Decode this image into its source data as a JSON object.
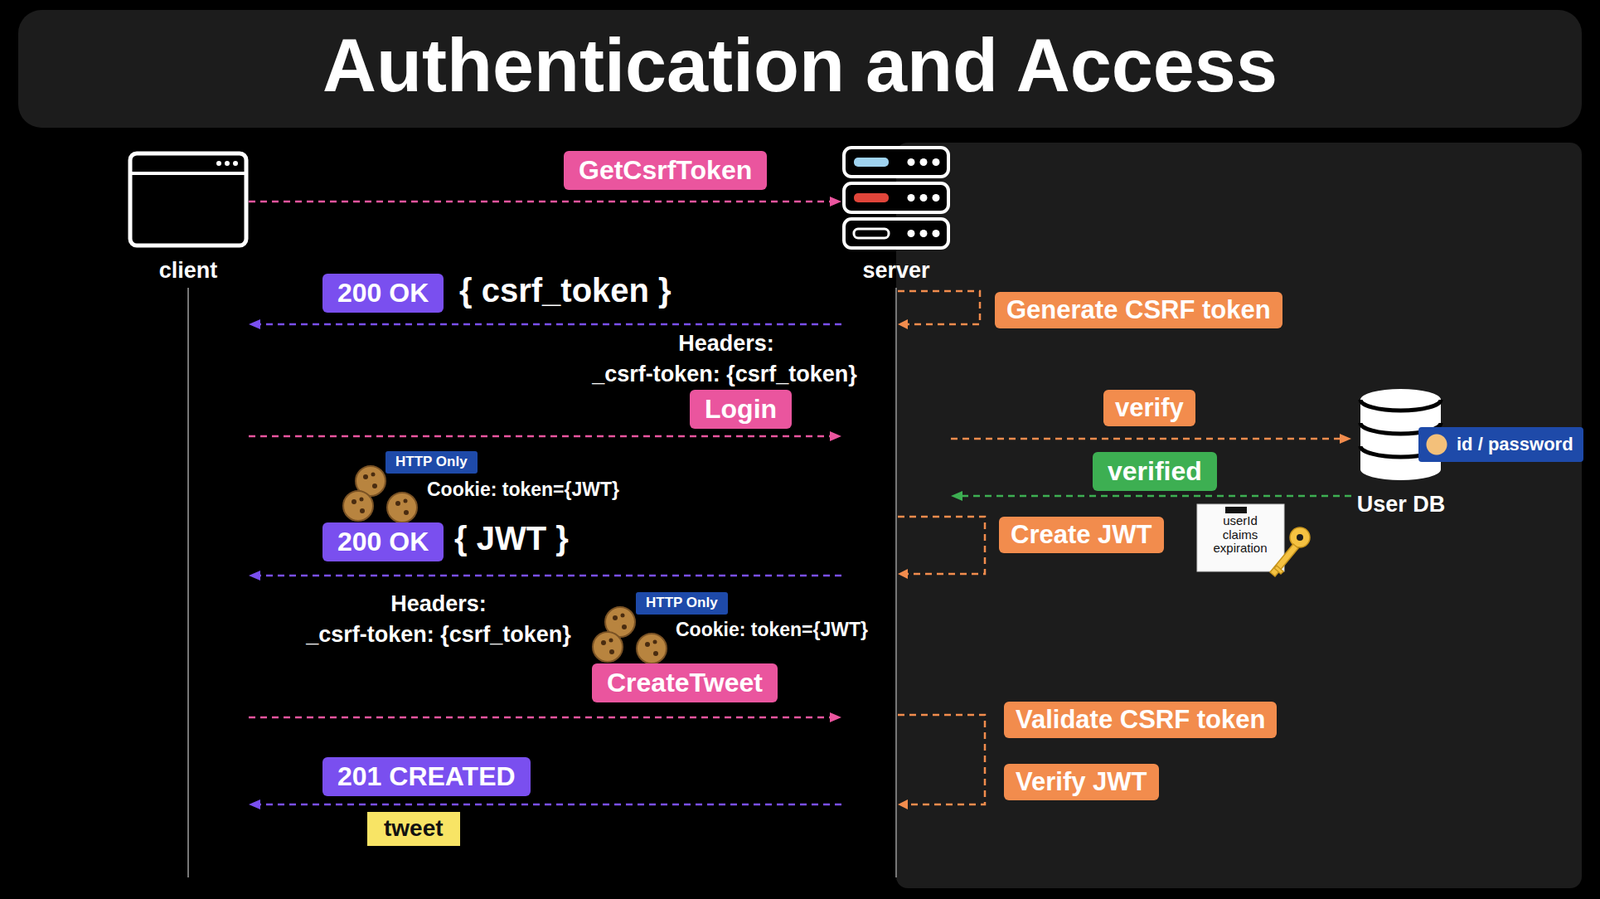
{
  "diagram": {
    "title": "Authentication and Access",
    "nodes": [
      {
        "text": [
          "client"
        ]
      },
      {
        "text": [
          "server"
        ]
      },
      {
        "text": [
          "User DB"
        ]
      }
    ],
    "edges": [
      {
        "from": 0,
        "to": 1,
        "arrow": "to",
        "label": "GetCsrfToken"
      },
      {
        "from": 1,
        "to": 0,
        "arrow": "to",
        "label": "200 OK"
      },
      {
        "from": 0,
        "to": 1,
        "arrow": "to",
        "label": "Login"
      },
      {
        "from": 1,
        "to": 2,
        "arrow": "to",
        "label": "verify"
      },
      {
        "from": 2,
        "to": 1,
        "arrow": "to",
        "label": "verified"
      },
      {
        "from": 1,
        "to": 0,
        "arrow": "to",
        "label": "200 OK"
      },
      {
        "from": 0,
        "to": 1,
        "arrow": "to",
        "label": "CreateTweet"
      },
      {
        "from": 1,
        "to": 0,
        "arrow": "to",
        "label": "201 CREATED"
      }
    ],
    "labels": [
      "{ csrf_token }",
      "Generate CSRF token",
      "Headers:",
      "_csrf-token: {csrf_token}",
      "id / password",
      "HTTP Only",
      "Cookie: token={JWT}",
      "{ JWT }",
      "Create JWT",
      "userId claims expiration",
      "Headers:",
      "_csrf-token: {csrf_token}",
      "HTTP Only",
      "Cookie: token={JWT}",
      "Validate CSRF token",
      "Verify JWT",
      "tweet"
    ]
  }
}
